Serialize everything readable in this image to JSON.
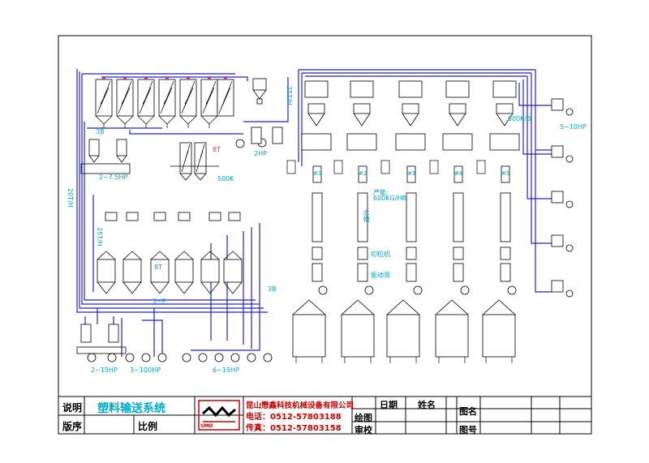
{
  "title_block": {
    "desc_label": "说明",
    "system_name": "塑料输送系统",
    "order_label": "版序",
    "scale_label": "比例",
    "company_name": "昆山懋鑫科技机械设备有限公司",
    "phone": "电话：0512-57803188",
    "fax": "传真：0512-57803158",
    "logo_text": "SMO",
    "draw_label": "绘图",
    "check_label": "审校",
    "date_label": "日期",
    "name_label": "姓名",
    "drawing_name_label": "图名",
    "drawing_no_label": "图号"
  },
  "annotations": {
    "rate_20t": "20T/H",
    "rate_25t_a": "25T/H",
    "rate_25t_b": "25T/H",
    "count_3b_a": "3B",
    "count_3b_b": "3B",
    "hp_2_75": "2~7.5HP",
    "label_8t_a": "8T",
    "label_8t_b": "8T",
    "hp_2": "2HP",
    "label_500k": "500K",
    "rate_600kb": "600K/B",
    "hp_5_10": "5~10HP",
    "output": "产能:",
    "output_rate": "600KG/HR",
    "water_tank": "水槽",
    "cutter": "切粒机",
    "vibrating_screen": "振动筛",
    "hp_3": "3~P",
    "hp_2_15": "2~15HP",
    "hp_3_100": "3~100HP",
    "hp_6_15": "6~15HP",
    "line_marks": [
      "#1",
      "#2",
      "#3",
      "#4",
      "#5"
    ]
  }
}
